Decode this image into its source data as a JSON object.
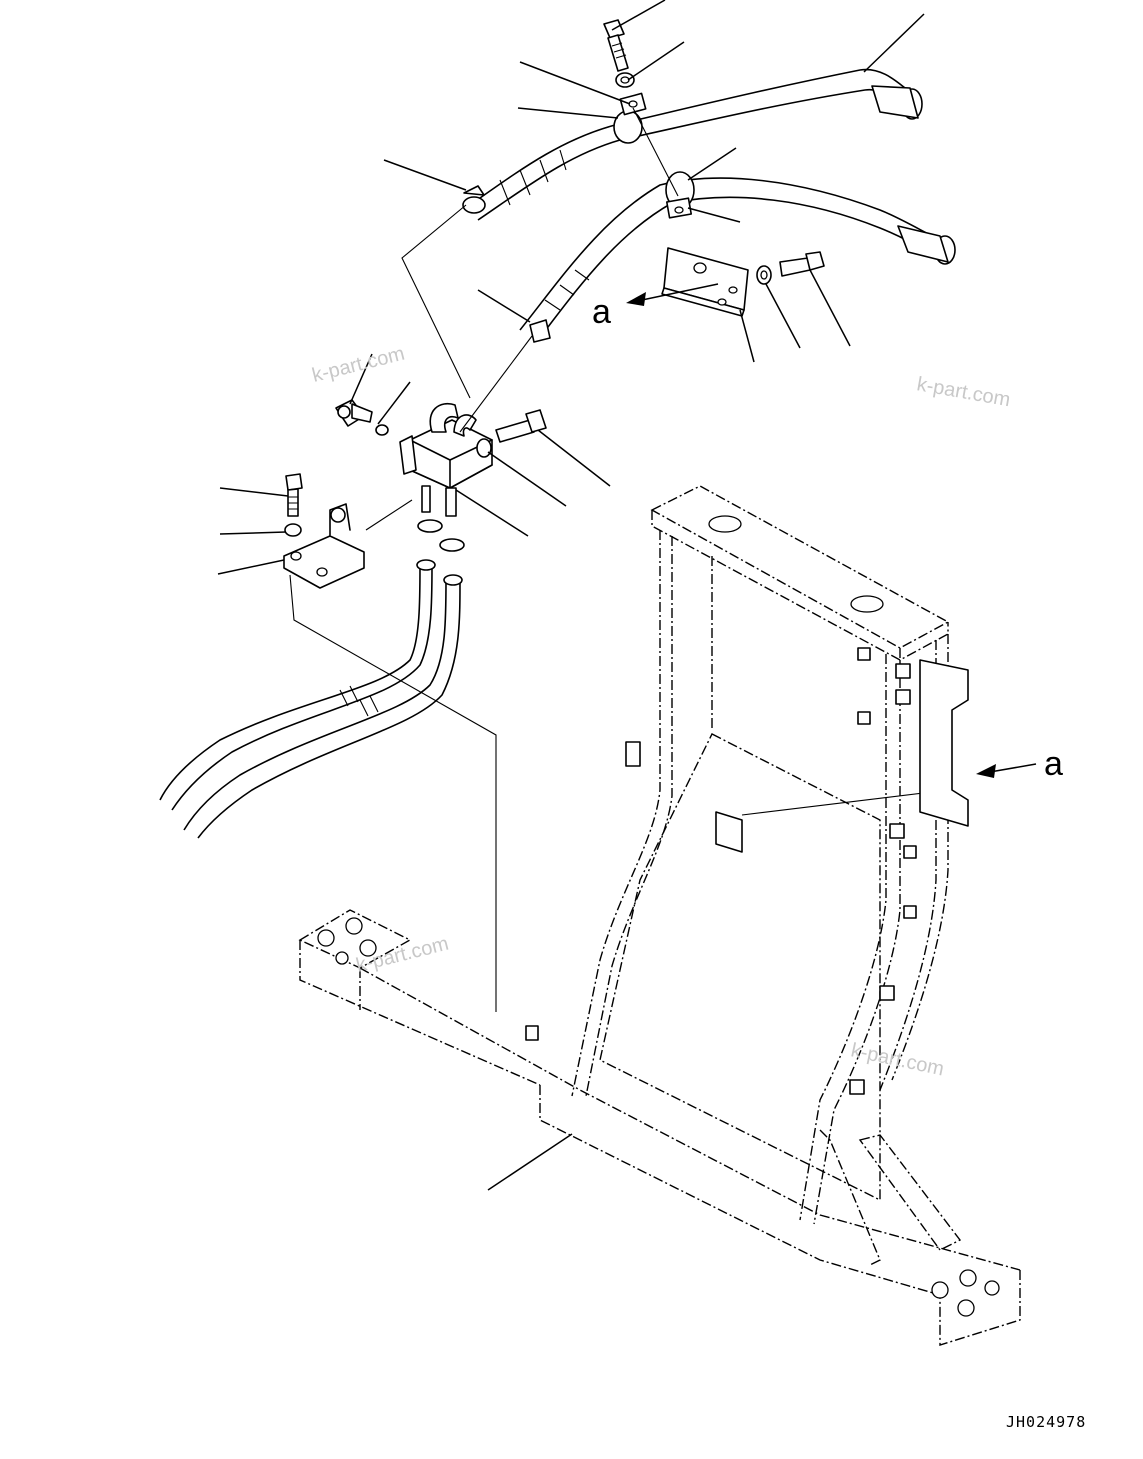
{
  "view_label_a": "a",
  "view_label_a_frame": "a",
  "watermarks": [
    "k-part.com",
    "k-part.com",
    "k-part.com",
    "k-part.com"
  ],
  "drawing_code": "JH024978",
  "colors": {
    "line": "#000000",
    "watermark": "#c8c8c8",
    "background": "#ffffff"
  }
}
